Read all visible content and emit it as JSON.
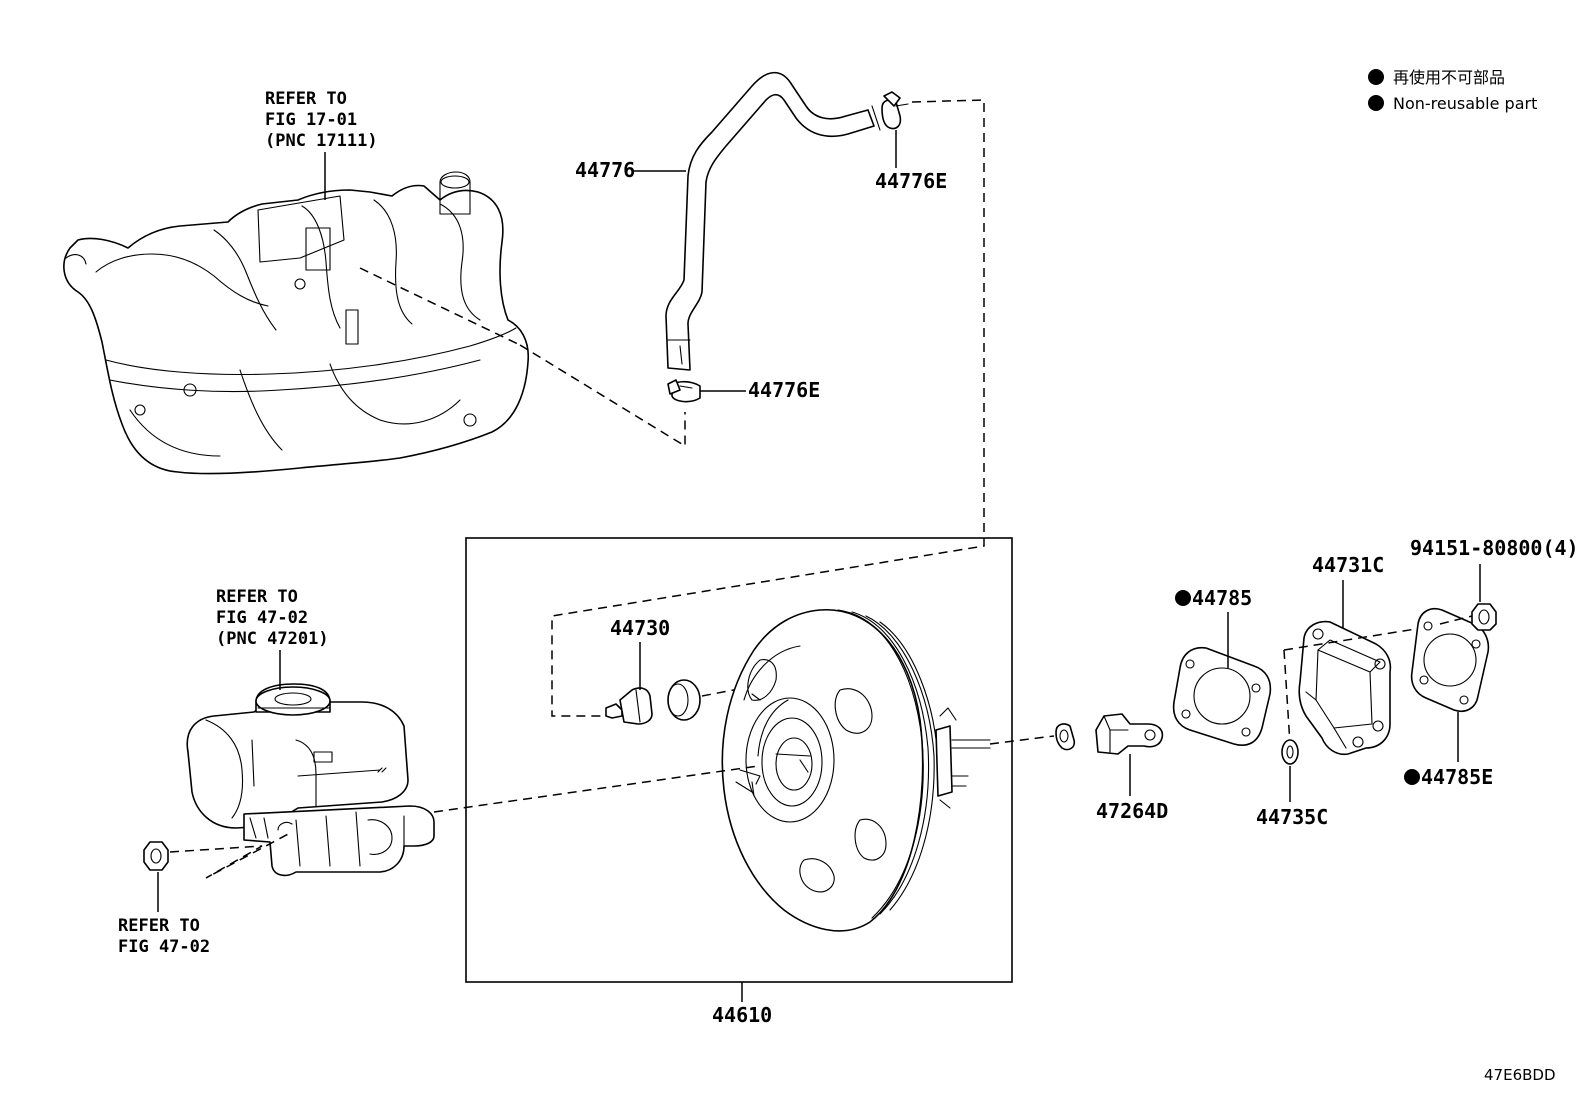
{
  "legend": {
    "jp": "再使用不可部品",
    "en": "Non-reusable part"
  },
  "diagram_code": "47E6BDD",
  "refs": {
    "intake_manifold": [
      "REFER TO",
      "FIG 17-01",
      "(PNC 17111)"
    ],
    "master_cylinder": [
      "REFER TO",
      "FIG 47-02",
      "(PNC 47201)"
    ],
    "nut": [
      "REFER TO",
      "FIG 47-02"
    ]
  },
  "parts": {
    "hose": "44776",
    "clamp_upper": "44776E",
    "clamp_lower": "44776E",
    "check_valve": "44730",
    "booster": "44610",
    "yoke": "47264D",
    "gasket": "44785",
    "bracket": "44731C",
    "gasket_e": "44785E",
    "nut": "94151-80800(4)",
    "washer": "44735C"
  }
}
